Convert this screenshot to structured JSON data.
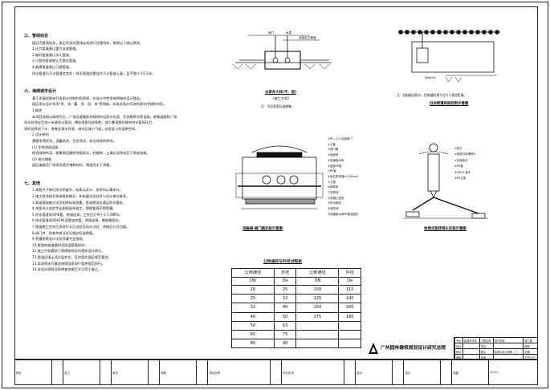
{
  "notes": {
    "s3_title": "三、管线综合",
    "s3_lines": [
      "园区内管线较多，施工时须对管线走线进行合理排布，按照以下避让原则。",
      "1.压力管道避让重力自流管道。",
      "2.临时管道避让永久管道。",
      "3.小管径管道避让大管径管道。",
      "4.新建管道避让已建管道。",
      "排水管道与污水管道交叉时，排水管道应敷设在污水管道上面，且不得少于0.1米。"
    ],
    "s6_title": "六、海绵城市设计",
    "s6_lines": [
      "基于发展低影响开发雨水控制利用原则，在设计中考虑海绵城市设计理念。",
      "园区雨水设计采用\"渗、滞、蓄、净、用、排\"等措施，实现对雨水径流的源头控制和利用。",
      "1.概述",
      "本项目场地以绿地为主，广场及道路结合绿地布设雨水花园、生态植草沟等设施，收集道路和广场",
      "雨水经净化后排入市政雨水管网，降低地表径流系数，减少暴雨期间城市排水管网压力，",
      "同时涵养地下水，改善区域水环境，调节区域小气候，创造宜人的游憩空间。",
      "2.设计原则",
      "遵循渗透优先，滞蓄结合，生态净化，安全排放的原则。",
      "(1) 生物滞留设施",
      "结合绿地布设，收集周边硬质地面雨水，经植物、土壤过滤净化后下渗或排放。",
      "(2) 透水铺装",
      "园区道路及广场采用透水铺装材料，增加雨水下渗量。"
    ],
    "s7_title": "七、其他",
    "s7_lines": [
      "1.本图尺寸单位除注明者外，标高以米计，其余均以毫米计。",
      "2.施工前须核对现场管线情况，如有疑问须及时与设计单位联系。",
      "3.管道基础做法详见相关标准图集，管道埋深应满足防冻要求。",
      "4.本图须与其他专业图纸配合施工，预埋管线不得遗漏。",
      "5.给水管道采用PE管，热熔连接，工作压力不小于1.0MPa。",
      "6.排水管道采用HDPE双壁波纹管，承插连接，橡胶圈密封。",
      "7.管道施工完毕后须进行水压试验及闭水试验，合格后方可回填。",
      "8.阀门井、检查井做法详见相应标准图集。",
      "9.喷灌系统设计详见喷灌专业图纸。",
      "10.管道穿越道路时须加设套管保护。",
      "11.施工中如遇地下障碍物须及时通知设计单位。",
      "12.管道回填土须分层夯实，压实度应满足规范要求。",
      "13.本说明未尽事宜按照国家现行相关规范执行。",
      "14.本设计图纸须经审查合格后方可用于施工。"
    ]
  },
  "figures": {
    "fig1_caption": "水表井大样(平、剖)",
    "fig1_sub": "(施工大样)",
    "fig1_note": "注：详见国家标准图集。",
    "fig2_caption": "自动喷灌系统控制示意图",
    "fig2_note": "注：控制器须防水，控制器距离不应大于规定距离。",
    "fig3_caption": "电磁阀·阀门箱安装示意图",
    "fig4_caption": "地埋式旋转喷头安装示意图",
    "fig3_legend": [
      "①PE—1/2 连接阀门",
      "②主管",
      "③阀门箱",
      "④电磁阀",
      "⑤快速取水阀",
      "⑥连接PE管",
      "⑦PE管",
      "⑧砾石层(厚度>100mm)",
      "⑨土壤",
      "⑩砖砌体",
      "⑪支撑块",
      "⑫混凝土垫层",
      "⑬防水胶带",
      "⑭减压阀",
      "⑮快速取水阀PE管连接件"
    ],
    "fig4_legend": [
      "①喷头",
      "②旋转式地埋喷头",
      "③铰接接头",
      "④PE管",
      "⑤DN25 接头",
      "⑥PE主管"
    ],
    "fig2_label": "DN100",
    "fig1_labels": [
      "阀门",
      "水表",
      "连接至主管道"
    ]
  },
  "pipe_table": {
    "title": "公称通径与外径对照表",
    "headers": [
      "公称通径",
      "外径",
      "公称通径",
      "外径"
    ],
    "units": [
      "DN",
      "De",
      "DN",
      "De"
    ],
    "rows": [
      [
        "20",
        "25",
        "100",
        "110"
      ],
      [
        "25",
        "32",
        "125",
        "140"
      ],
      [
        "32",
        "40",
        "150",
        "160"
      ],
      [
        "40",
        "50",
        "175",
        "180"
      ],
      [
        "50",
        "63",
        "",
        ""
      ],
      [
        "65",
        "75",
        "",
        ""
      ],
      [
        "80",
        "90",
        "",
        ""
      ]
    ]
  },
  "titleblock": {
    "org": "广州园林建筑规划设计研究总院",
    "rows": [
      [
        "专业",
        "给排水专业",
        "工程名称",
        "设计阶段",
        "施工图"
      ],
      [
        "设计",
        "",
        "项目",
        "",
        "图号"
      ],
      [
        "校对",
        "",
        "图名",
        "给排水设计说明（二）",
        "日期"
      ],
      [
        "审核",
        "",
        "比例",
        "",
        "2020.07"
      ]
    ],
    "sign": [
      "院长",
      "总工",
      "审定",
      "审核",
      "项目负责",
      "专业负责",
      "校对",
      "设计",
      "制图"
    ],
    "sheet_no": "SS-01"
  }
}
